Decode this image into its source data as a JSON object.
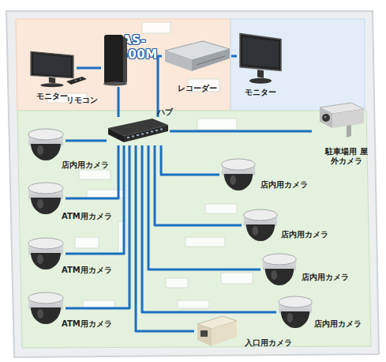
{
  "diagram": {
    "nodes": [
      {
        "text": [
          "モニター"
        ]
      },
      {
        "text": [
          "AS-5500M"
        ]
      },
      {
        "text": [
          "リモコン"
        ]
      },
      {
        "text": [
          "レコーダー"
        ]
      },
      {
        "text": [
          "モニター"
        ]
      },
      {
        "text": [
          "ハブ"
        ]
      },
      {
        "text": [
          "駐車場用 屋外カメラ"
        ]
      },
      {
        "text": [
          "店内用カメラ"
        ]
      },
      {
        "text": [
          "ATM用カメラ"
        ]
      },
      {
        "text": [
          "ATM用カメラ"
        ]
      },
      {
        "text": [
          "ATM用カメラ"
        ]
      },
      {
        "text": [
          "店内用カメラ"
        ]
      },
      {
        "text": [
          "店内用カメラ"
        ]
      },
      {
        "text": [
          "店内用カメラ"
        ]
      },
      {
        "text": [
          "店内用カメラ"
        ]
      },
      {
        "text": [
          "入口用カメラ"
        ]
      }
    ],
    "edges": [
      {
        "from": 0,
        "to": 1,
        "arrow": "none"
      },
      {
        "from": 1,
        "to": 5,
        "arrow": "none"
      },
      {
        "from": 5,
        "to": 3,
        "arrow": "none"
      },
      {
        "from": 3,
        "to": 4,
        "arrow": "none"
      },
      {
        "from": 5,
        "to": 6,
        "arrow": "none"
      },
      {
        "from": 5,
        "to": 7,
        "arrow": "none"
      },
      {
        "from": 5,
        "to": 8,
        "arrow": "none"
      },
      {
        "from": 5,
        "to": 9,
        "arrow": "none"
      },
      {
        "from": 5,
        "to": 10,
        "arrow": "none"
      },
      {
        "from": 5,
        "to": 11,
        "arrow": "none"
      },
      {
        "from": 5,
        "to": 12,
        "arrow": "none"
      },
      {
        "from": 5,
        "to": 13,
        "arrow": "none"
      },
      {
        "from": 5,
        "to": 14,
        "arrow": "none"
      },
      {
        "from": 5,
        "to": 15,
        "arrow": "none"
      }
    ]
  }
}
